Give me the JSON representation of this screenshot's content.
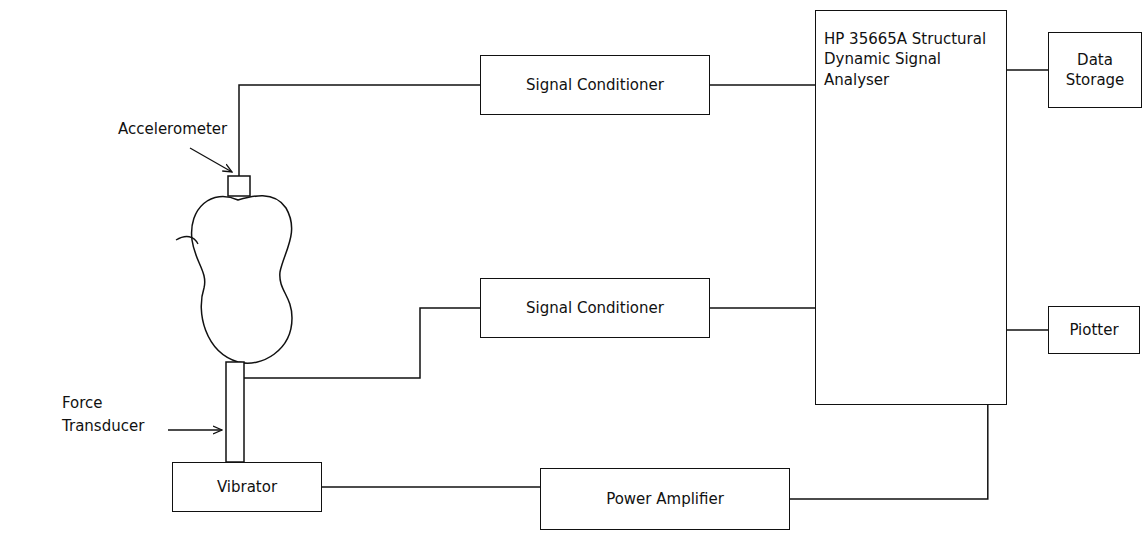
{
  "diagram": {
    "nodes": [
      {
        "text": [
          "Signal Conditioner"
        ]
      },
      {
        "text": [
          "HP 35665A Structural Dynamic Signal Analyser"
        ]
      },
      {
        "text": [
          "Data Storage"
        ]
      },
      {
        "text": [
          "Signal Conditioner"
        ]
      },
      {
        "text": [
          "Piotter"
        ]
      },
      {
        "text": [
          "Vibrator"
        ]
      },
      {
        "text": [
          "Power Amplifier"
        ]
      }
    ],
    "edges": [
      {
        "from": 0,
        "to": 1,
        "arrow": "none"
      },
      {
        "from": 3,
        "to": 1,
        "arrow": "none"
      },
      {
        "from": 1,
        "to": 2,
        "arrow": "none"
      },
      {
        "from": 1,
        "to": 4,
        "arrow": "none"
      },
      {
        "from": 1,
        "to": 6,
        "arrow": "none"
      },
      {
        "from": 6,
        "to": 5,
        "arrow": "none"
      }
    ],
    "labels": [
      "Accelerometer",
      "Force Transducer"
    ]
  }
}
